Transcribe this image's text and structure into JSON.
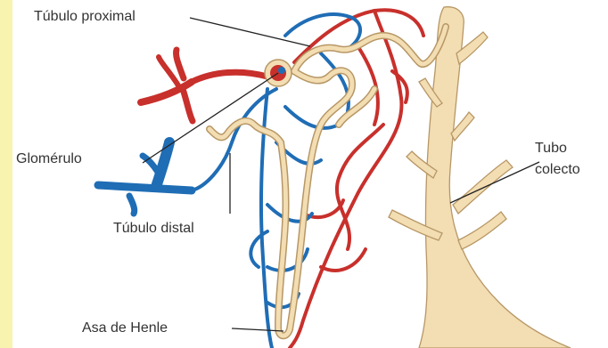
{
  "labels": {
    "tubulo_proximal": "Túbulo proximal",
    "glomerulo": "Glomérulo",
    "tubulo_distal": "Túbulo distal",
    "tubo_colector_1": "Tubo",
    "tubo_colector_2": "colecto",
    "asa_de_henle": "Asa de Henle"
  },
  "colors": {
    "frame": "#f9f3b0",
    "artery": "#c8302c",
    "vein": "#1f6db5",
    "tubule": "#f3ddb2",
    "tubule_outline": "#b79766",
    "leader_line": "#222222"
  }
}
